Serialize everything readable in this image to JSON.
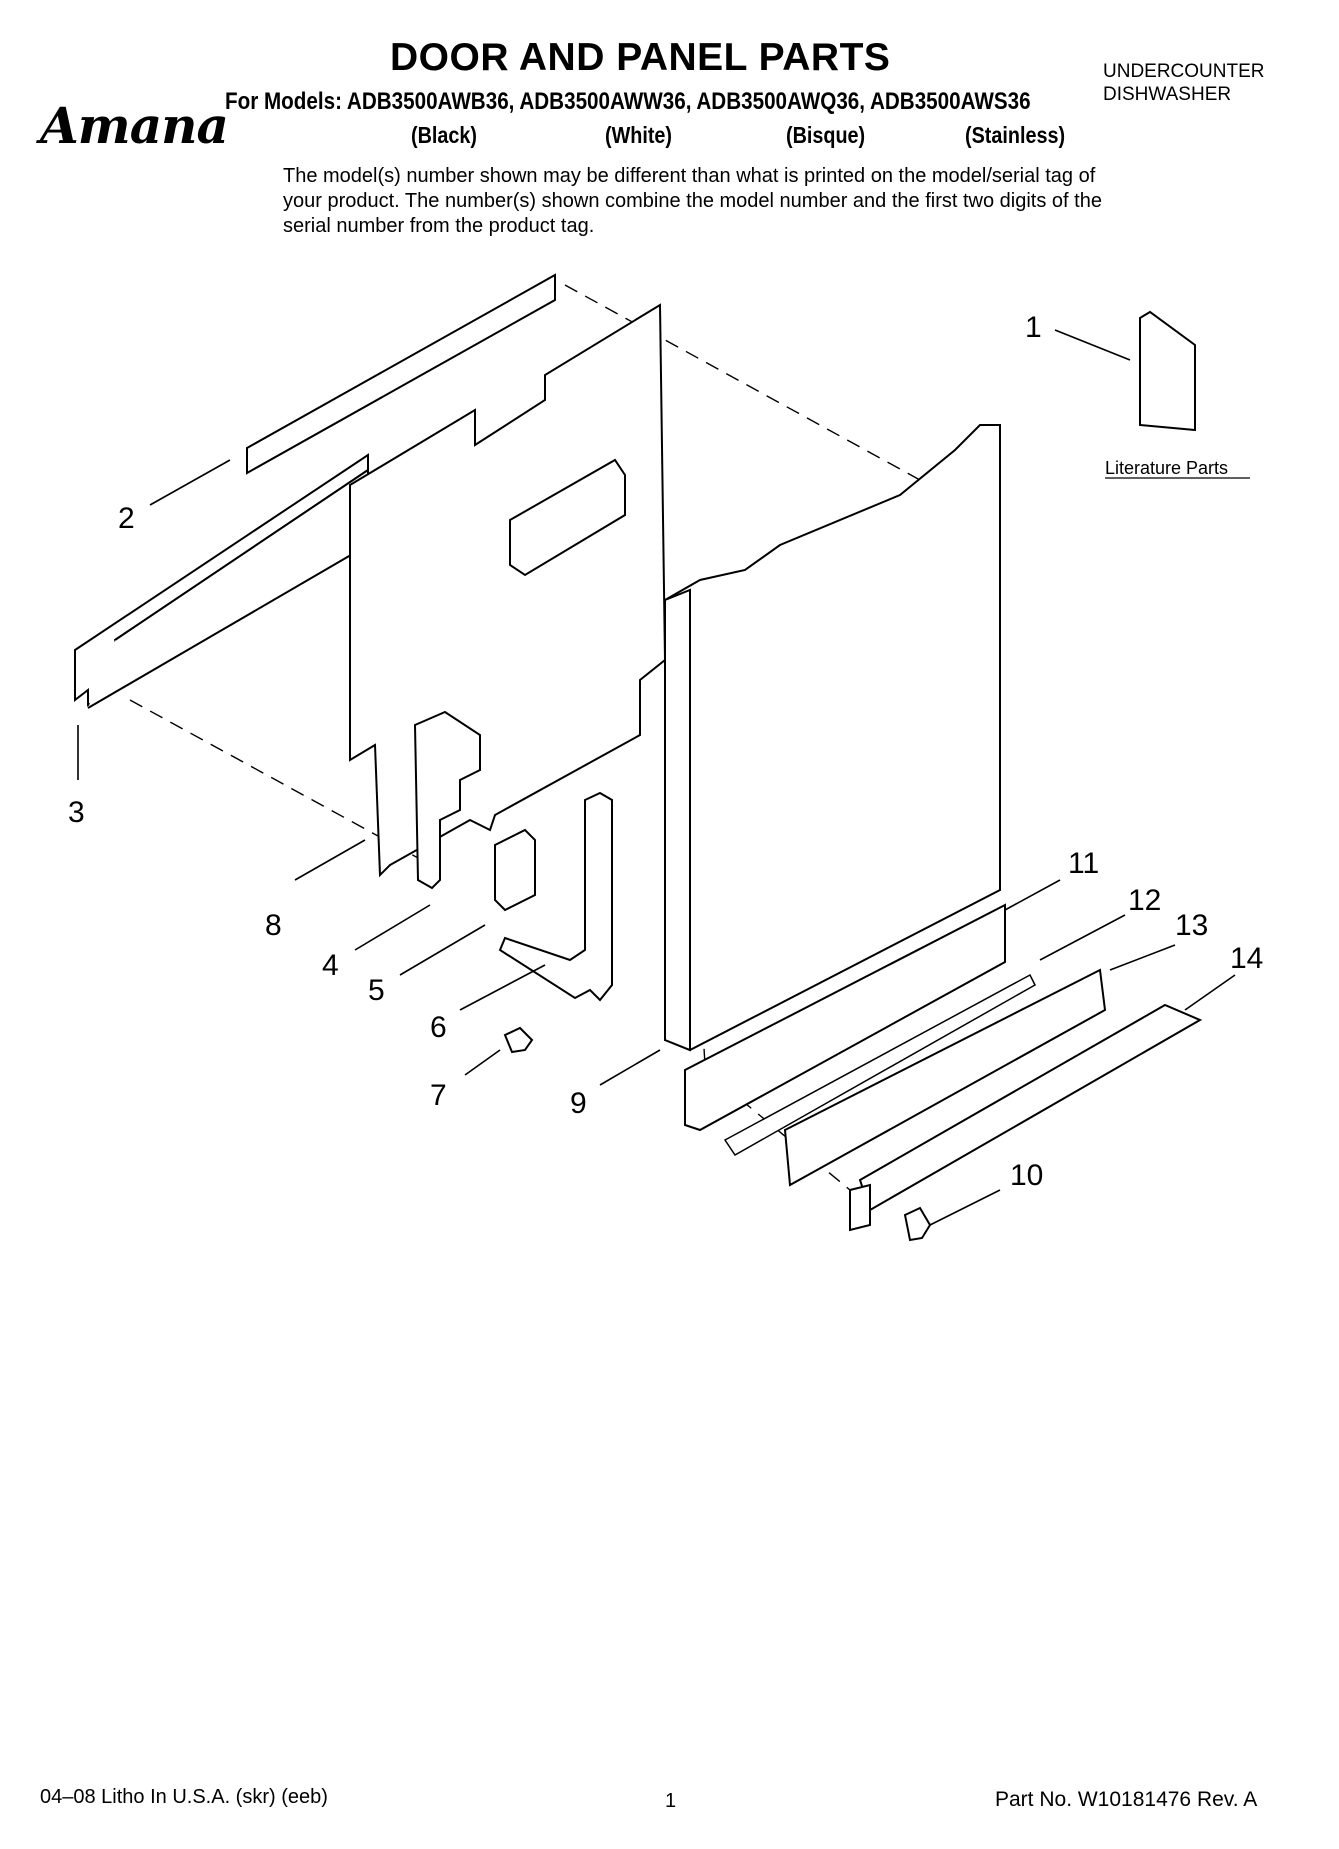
{
  "header": {
    "title": "DOOR AND PANEL PARTS",
    "models_prefix": "For Models: ADB3500AWB36, ADB3500AWW36, ADB3500AWQ36, ADB3500AWS36",
    "product_type_line1": "UNDERCOUNTER",
    "product_type_line2": "DISHWASHER",
    "logo_text": "Amana",
    "colors": [
      "(Black)",
      "(White)",
      "(Bisque)",
      "(Stainless)"
    ],
    "disclaimer": "The model(s) number shown may be different than what is printed on the model/serial tag of your product. The number(s) shown combine the model number and the first two digits of the serial number from the product tag."
  },
  "diagram": {
    "callouts": [
      "1",
      "2",
      "3",
      "4",
      "5",
      "6",
      "7",
      "8",
      "9",
      "10",
      "11",
      "12",
      "13",
      "14"
    ],
    "literature_label": "Literature Parts"
  },
  "footer": {
    "left": "04–08 Litho In U.S.A. (skr) (eeb)",
    "page": "1",
    "right": "Part No. W10181476 Rev. A"
  }
}
